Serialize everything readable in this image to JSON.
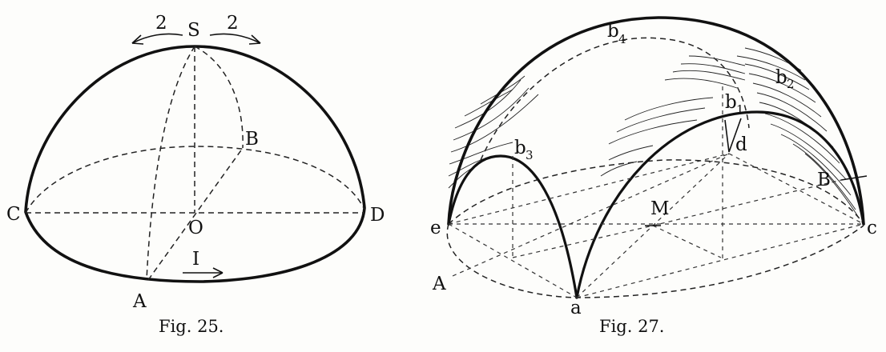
{
  "figures": [
    {
      "caption": "Fig. 25.",
      "labels": {
        "S": "S",
        "B": "B",
        "C": "C",
        "D": "D",
        "O": "O",
        "A": "A",
        "arrow_left": "2",
        "arrow_right": "2",
        "arrow_bottom": "I"
      }
    },
    {
      "caption": "Fig. 27.",
      "labels": {
        "b4": "b",
        "b4_sub": "4",
        "b2": "b",
        "b2_sub": "2",
        "b1": "b",
        "b1_sub": "1",
        "b3": "b",
        "b3_sub": "3",
        "d": "d",
        "B": "B",
        "M": "M",
        "e": "e",
        "c": "c",
        "A": "A",
        "a": "a"
      }
    }
  ]
}
